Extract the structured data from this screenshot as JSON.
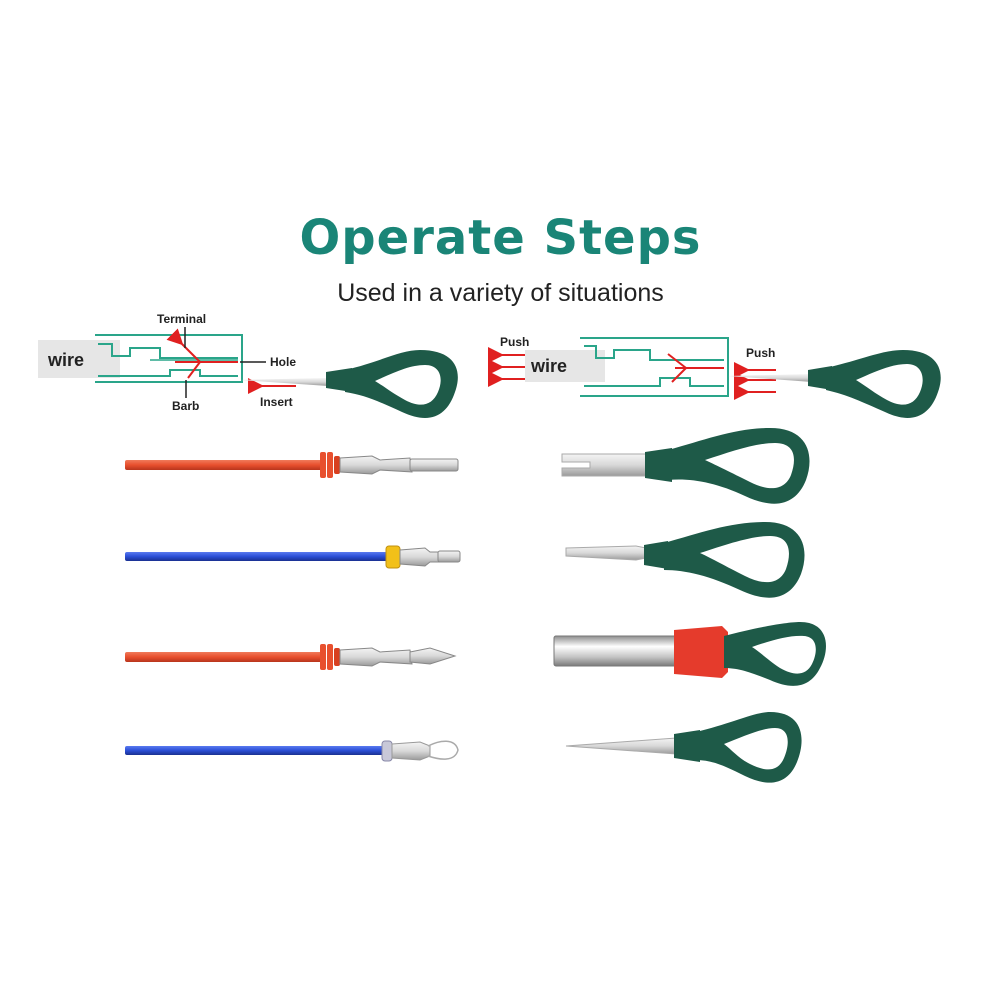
{
  "header": {
    "title": "Operate Steps",
    "subtitle": "Used in a variety of situations"
  },
  "insert_diagram": {
    "wire_label": "wire",
    "terminal_label": "Terminal",
    "hole_label": "Hole",
    "barb_label": "Barb",
    "insert_label": "Insert"
  },
  "push_diagram": {
    "wire_label": "wire",
    "push_left_label": "Push",
    "push_right_label": "Push"
  },
  "colors": {
    "title_teal": "#1a8577",
    "handle_green": "#1e5a48",
    "wire_red": "#e8502e",
    "wire_blue": "#2b4fd6",
    "arrow_red": "#e02020",
    "diagram_green": "#2aa58a",
    "collar_red": "#e53b2c"
  },
  "wires": [
    {
      "color": "red",
      "terminal": "female-spring-terminal"
    },
    {
      "color": "blue",
      "terminal": "yellow-seal-pin-terminal"
    },
    {
      "color": "red",
      "terminal": "female-spring-terminal-open"
    },
    {
      "color": "blue",
      "terminal": "round-pin-terminal"
    }
  ],
  "tools": [
    {
      "tip": "fork-tip"
    },
    {
      "tip": "flat-blade-tip"
    },
    {
      "tip": "tube-tip"
    },
    {
      "tip": "needle-tip"
    }
  ]
}
